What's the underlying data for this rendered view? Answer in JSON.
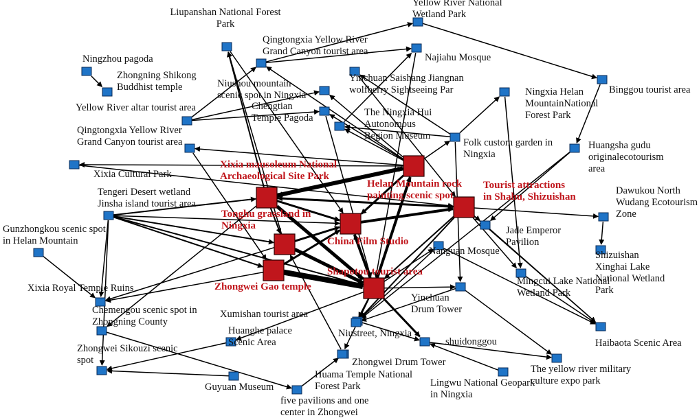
{
  "nodes": [
    {
      "id": "liupanshan",
      "label": [
        "Liupanshan National Forest",
        "Park"
      ],
      "hub": false
    },
    {
      "id": "yellow_river_wetland",
      "label": [
        "Yellow River National",
        "Wetland Park"
      ],
      "hub": false
    },
    {
      "id": "qingtongxia_canyon_top",
      "label": [
        "Qingtongxia Yellow River",
        "Grand Canyon tourist area"
      ],
      "hub": false
    },
    {
      "id": "ningzhou_pagoda",
      "label": [
        "Ningzhou pagoda"
      ],
      "hub": false
    },
    {
      "id": "zhongning_shikong",
      "label": [
        "Zhongning Shikong",
        "Buddhist temple"
      ],
      "hub": false
    },
    {
      "id": "najiahu",
      "label": [
        "Najiahu Mosque"
      ],
      "hub": false
    },
    {
      "id": "niushou",
      "label": [
        "Niushou mountain",
        "scenic spot in Ningxia"
      ],
      "hub": false
    },
    {
      "id": "yinchuan_saishang",
      "label": [
        "Yinchuan Saishang Jiangnan",
        "wolfberry Sightseeing Par"
      ],
      "hub": false
    },
    {
      "id": "ningxia_helan",
      "label": [
        "Ningxia Helan",
        "MountainNational",
        "Forest Park"
      ],
      "hub": false
    },
    {
      "id": "binggou",
      "label": [
        "Binggou tourist area"
      ],
      "hub": false
    },
    {
      "id": "yellow_river_altar",
      "label": [
        "Yellow River altar tourist area"
      ],
      "hub": false
    },
    {
      "id": "chengtian",
      "label": [
        "Chengtian",
        "Temple Pagoda"
      ],
      "hub": false
    },
    {
      "id": "ningxia_museum",
      "label": [
        "The Ningxia Hui",
        "Autonomous",
        "Region Museum"
      ],
      "hub": false
    },
    {
      "id": "qingtongxia_canyon_left",
      "label": [
        "Qingtongxia Yellow River",
        "Grand Canyon tourist area"
      ],
      "hub": false
    },
    {
      "id": "folk_custom",
      "label": [
        "Folk custom garden in",
        "Ningxia"
      ],
      "hub": false
    },
    {
      "id": "huangsha_gudu",
      "label": [
        "Huangsha gudu",
        "originalecotourism",
        "area"
      ],
      "hub": false
    },
    {
      "id": "xixia_cultural",
      "label": [
        "Xixia Cultural Park"
      ],
      "hub": false
    },
    {
      "id": "xixia_mausoleum",
      "label": [
        "Xixia mausoleum National",
        "Archaeological Site Park"
      ],
      "hub": true
    },
    {
      "id": "helan_rock",
      "label": [
        "Helan Mountain rock",
        "painting scenic spot"
      ],
      "hub": true
    },
    {
      "id": "shahu",
      "label": [
        "Tourist attractions",
        "in Shahu, Shizuishan"
      ],
      "hub": true
    },
    {
      "id": "dawukou",
      "label": [
        "Dawukou North",
        "Wudang Ecotourism",
        "Zone"
      ],
      "hub": false
    },
    {
      "id": "tengeri",
      "label": [
        "Tengeri Desert wetland",
        "Jinsha island tourist area"
      ],
      "hub": false
    },
    {
      "id": "tonghu",
      "label": [
        "Tonghu grassland in",
        "Ningxia"
      ],
      "hub": true
    },
    {
      "id": "china_film",
      "label": [
        "China Film Studio"
      ],
      "hub": true
    },
    {
      "id": "jade_emperor",
      "label": [
        "Jade Emperor",
        "Pavilion"
      ],
      "hub": false
    },
    {
      "id": "gunzhongkou",
      "label": [
        "Gunzhongkou scenic spot",
        "in Helan Mountain"
      ],
      "hub": false
    },
    {
      "id": "nanguan",
      "label": [
        "Nanguan Mosque"
      ],
      "hub": false
    },
    {
      "id": "shizuishan_xinghai",
      "label": [
        "Shizuishan",
        "Xinghai Lake",
        "National Wetland",
        "Park"
      ],
      "hub": false
    },
    {
      "id": "shapotou",
      "label": [
        "Shapotou tourist area"
      ],
      "hub": true
    },
    {
      "id": "mingcui",
      "label": [
        "Mingcui Lake National",
        "Wetland Park"
      ],
      "hub": false
    },
    {
      "id": "zhongwei_gao",
      "label": [
        "Zhongwei Gao temple"
      ],
      "hub": true
    },
    {
      "id": "xixia_royal",
      "label": [
        "Xixia Royal Tempie Ruins"
      ],
      "hub": false
    },
    {
      "id": "chemengou",
      "label": [
        "Chemengou scenic spot in",
        "Zhongning County"
      ],
      "hub": false
    },
    {
      "id": "yinchuan_drum",
      "label": [
        "Yinchuan",
        "Drum Tower"
      ],
      "hub": false
    },
    {
      "id": "xumishan",
      "label": [
        "Xumishan tourist area"
      ],
      "hub": false
    },
    {
      "id": "niustreet",
      "label": [
        "Niustreet, Ningxia"
      ],
      "hub": false
    },
    {
      "id": "haibaota",
      "label": [
        "Haibaota Scenic Area"
      ],
      "hub": false
    },
    {
      "id": "huanghe_palace",
      "label": [
        "Huanghe palace",
        "Scenic Area"
      ],
      "hub": false
    },
    {
      "id": "shuidonggou",
      "label": [
        "shuidonggou"
      ],
      "hub": false
    },
    {
      "id": "zhongwei_sikouzi",
      "label": [
        "Zhongwei Sikouzi scenic",
        "spot"
      ],
      "hub": false
    },
    {
      "id": "zhongwei_drum",
      "label": [
        "Zhongwei Drum Tower"
      ],
      "hub": false
    },
    {
      "id": "huama",
      "label": [
        "Huama Temple National",
        "Forest Park"
      ],
      "hub": false
    },
    {
      "id": "yellow_river_military",
      "label": [
        "The yellow river military",
        "culture expo park"
      ],
      "hub": false
    },
    {
      "id": "guyuan",
      "label": [
        "Guyuan Museum"
      ],
      "hub": false
    },
    {
      "id": "lingwu",
      "label": [
        "Lingwu National Geopark",
        "in Ningxia"
      ],
      "hub": false
    },
    {
      "id": "five_pavilions",
      "label": [
        "five pavilions and one",
        "center in Zhongwei"
      ],
      "hub": false
    }
  ],
  "edges": [
    {
      "from": "xixia_mausoleum",
      "to": "helan_rock",
      "weight": 6
    },
    {
      "from": "helan_rock",
      "to": "xixia_mausoleum",
      "weight": 3
    },
    {
      "from": "xixia_mausoleum",
      "to": "shahu",
      "weight": 3
    },
    {
      "from": "shahu",
      "to": "xixia_mausoleum",
      "weight": 2
    },
    {
      "from": "xixia_mausoleum",
      "to": "china_film",
      "weight": 3
    },
    {
      "from": "china_film",
      "to": "shahu",
      "weight": 4
    },
    {
      "from": "helan_rock",
      "to": "china_film",
      "weight": 3
    },
    {
      "from": "shapotou",
      "to": "china_film",
      "weight": 4
    },
    {
      "from": "zhongwei_gao",
      "to": "shapotou",
      "weight": 8
    },
    {
      "from": "tonghu",
      "to": "shapotou",
      "weight": 5
    },
    {
      "from": "xixia_mausoleum",
      "to": "shapotou",
      "weight": 5
    },
    {
      "from": "shapotou",
      "to": "helan_rock",
      "weight": 4
    },
    {
      "from": "shahu",
      "to": "shapotou",
      "weight": 2
    },
    {
      "from": "tonghu",
      "to": "china_film",
      "weight": 3
    },
    {
      "from": "zhongwei_gao",
      "to": "china_film",
      "weight": 3
    },
    {
      "from": "xixia_mausoleum",
      "to": "tonghu",
      "weight": 2
    },
    {
      "from": "xixia_mausoleum",
      "to": "liupanshan",
      "weight": 2
    },
    {
      "from": "tonghu",
      "to": "liupanshan",
      "weight": 1.5
    },
    {
      "from": "helan_rock",
      "to": "qingtongxia_canyon_top",
      "weight": 1.5
    },
    {
      "from": "helan_rock",
      "to": "ningxia_museum",
      "weight": 1.5
    },
    {
      "from": "helan_rock",
      "to": "chengtian",
      "weight": 1.5
    },
    {
      "from": "helan_rock",
      "to": "niushou",
      "weight": 1.5
    },
    {
      "from": "helan_rock",
      "to": "qingtongxia_canyon_left",
      "weight": 1.5
    },
    {
      "from": "helan_rock",
      "to": "xixia_cultural",
      "weight": 1.5
    },
    {
      "from": "helan_rock",
      "to": "folk_custom",
      "weight": 1.5
    },
    {
      "from": "tengeri",
      "to": "xixia_mausoleum",
      "weight": 2
    },
    {
      "from": "tengeri",
      "to": "tonghu",
      "weight": 2
    },
    {
      "from": "tengeri",
      "to": "zhongwei_gao",
      "weight": 2
    },
    {
      "from": "tengeri",
      "to": "shapotou",
      "weight": 2
    },
    {
      "from": "tengeri",
      "to": "china_film",
      "weight": 1.5
    },
    {
      "from": "tengeri",
      "to": "xixia_royal",
      "weight": 1.5
    },
    {
      "from": "tengeri",
      "to": "zhongwei_sikouzi",
      "weight": 1.5
    },
    {
      "from": "gunzhongkou",
      "to": "xixia_royal",
      "weight": 1.5
    },
    {
      "from": "tonghu",
      "to": "xixia_royal",
      "weight": 1.5
    },
    {
      "from": "zhongwei_gao",
      "to": "xixia_royal",
      "weight": 1.5
    },
    {
      "from": "xixia_mausoleum",
      "to": "chemengou",
      "weight": 1.5
    },
    {
      "from": "shapotou",
      "to": "huanghe_palace",
      "weight": 1.5
    },
    {
      "from": "shapotou",
      "to": "huama",
      "weight": 1.5
    },
    {
      "from": "shapotou",
      "to": "niustreet",
      "weight": 2
    },
    {
      "from": "shapotou",
      "to": "shuidonggou",
      "weight": 3
    },
    {
      "from": "shapotou",
      "to": "yinchuan_drum",
      "weight": 1.5
    },
    {
      "from": "shapotou",
      "to": "nanguan",
      "weight": 1.5
    },
    {
      "from": "shahu",
      "to": "niustreet",
      "weight": 2
    },
    {
      "from": "shahu",
      "to": "mingcui",
      "weight": 1.5
    },
    {
      "from": "shahu",
      "to": "haibaota",
      "weight": 1.5
    },
    {
      "from": "shahu",
      "to": "jade_emperor",
      "weight": 1.5
    },
    {
      "from": "shahu",
      "to": "dawukou",
      "weight": 1.5
    },
    {
      "from": "huangsha_gudu",
      "to": "jade_emperor",
      "weight": 1.5
    },
    {
      "from": "dawukou",
      "to": "shizuishan_xinghai",
      "weight": 1.5
    },
    {
      "from": "yellow_river_wetland",
      "to": "binggou",
      "weight": 1.5
    },
    {
      "from": "binggou",
      "to": "huangsha_gudu",
      "weight": 1.5
    },
    {
      "from": "qingtongxia_canyon_top",
      "to": "yellow_river_wetland",
      "weight": 1.5
    },
    {
      "from": "qingtongxia_canyon_top",
      "to": "najiahu",
      "weight": 1.5
    },
    {
      "from": "yellow_river_altar",
      "to": "qingtongxia_canyon_top",
      "weight": 1.5
    },
    {
      "from": "yellow_river_altar",
      "to": "niushou",
      "weight": 1.5
    },
    {
      "from": "yellow_river_altar",
      "to": "chengtian",
      "weight": 1.5
    },
    {
      "from": "ningzhou_pagoda",
      "to": "zhongning_shikong",
      "weight": 1.5
    },
    {
      "from": "folk_custom",
      "to": "yinchuan_saishang",
      "weight": 1.5
    },
    {
      "from": "folk_custom",
      "to": "ningxia_helan",
      "weight": 1.5
    },
    {
      "from": "folk_custom",
      "to": "yinchuan_drum",
      "weight": 1.5
    },
    {
      "from": "folk_custom",
      "to": "ningxia_museum",
      "weight": 1.5
    },
    {
      "from": "ningxia_museum",
      "to": "najiahu",
      "weight": 1.5
    },
    {
      "from": "mingcui",
      "to": "haibaota",
      "weight": 1.5
    },
    {
      "from": "jade_emperor",
      "to": "haibaota",
      "weight": 1.5
    },
    {
      "from": "nanguan",
      "to": "haibaota",
      "weight": 1.5
    },
    {
      "from": "yinchuan_drum",
      "to": "yellow_river_military",
      "weight": 1.5
    },
    {
      "from": "shuidonggou",
      "to": "yellow_river_military",
      "weight": 1.5
    },
    {
      "from": "lingwu",
      "to": "shuidonggou",
      "weight": 1.5
    },
    {
      "from": "xumishan",
      "to": "shuidonggou",
      "weight": 1.5
    },
    {
      "from": "huanghe_palace",
      "to": "zhongwei_sikouzi",
      "weight": 1.5
    },
    {
      "from": "guyuan",
      "to": "zhongwei_sikouzi",
      "weight": 1.5
    },
    {
      "from": "five_pavilions",
      "to": "zhongwei_drum",
      "weight": 1.5
    },
    {
      "from": "chemengou",
      "to": "five_pavilions",
      "weight": 1.5
    },
    {
      "from": "niustreet",
      "to": "xumishan",
      "weight": 1.5
    },
    {
      "from": "yinchuan_drum",
      "to": "niustreet",
      "weight": 1.5
    },
    {
      "from": "nanguan",
      "to": "niustreet",
      "weight": 1.5
    },
    {
      "from": "ningxia_helan",
      "to": "mingcui",
      "weight": 1.5
    },
    {
      "from": "huangsha_gudu",
      "to": "niustreet",
      "weight": 1.5
    },
    {
      "from": "liupanshan",
      "to": "china_film",
      "weight": 1.5
    },
    {
      "from": "chengtian",
      "to": "shapotou",
      "weight": 1.5
    },
    {
      "from": "najiahu",
      "to": "shapotou",
      "weight": 1.5
    },
    {
      "from": "qingtongxia_canyon_left",
      "to": "zhongwei_gao",
      "weight": 1.5
    },
    {
      "from": "yinchuan_saishang",
      "to": "shahu",
      "weight": 1.5
    },
    {
      "from": "xixia_cultural",
      "to": "shahu",
      "weight": 1.5
    },
    {
      "from": "zhongwei_drum",
      "to": "tonghu",
      "weight": 1.5
    }
  ]
}
